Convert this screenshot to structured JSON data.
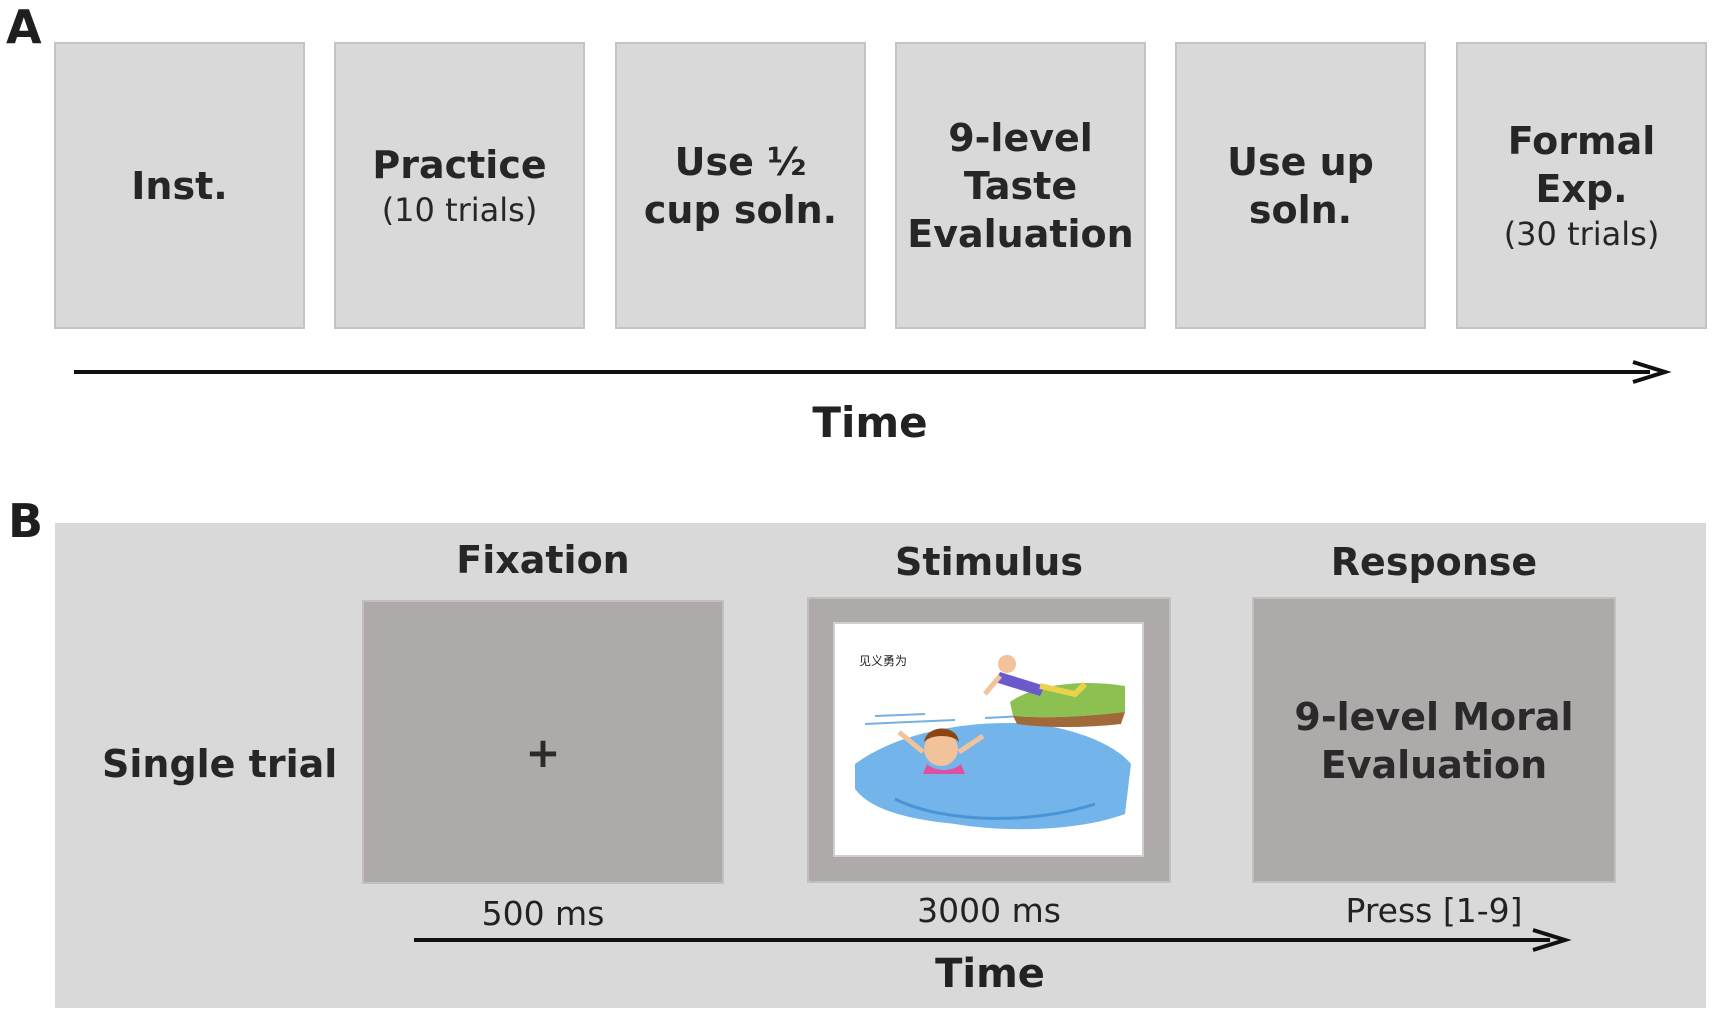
{
  "panel_a": {
    "letter": "A",
    "stages": [
      {
        "main": "Inst.",
        "sub": ""
      },
      {
        "main": "Practice",
        "sub": "(10 trials)"
      },
      {
        "main": "Use ½\ncup soln.",
        "sub": ""
      },
      {
        "main": "9-level\nTaste\nEvaluation",
        "sub": ""
      },
      {
        "main": "Use up\nsoln.",
        "sub": ""
      },
      {
        "main": "Formal\nExp.",
        "sub": "(30 trials)"
      }
    ],
    "axis_label": "Time"
  },
  "panel_b": {
    "letter": "B",
    "row_label": "Single trial",
    "screens": [
      {
        "title": "Fixation",
        "content": "+",
        "duration": "500 ms"
      },
      {
        "title": "Stimulus",
        "picture_caption": "见义勇为",
        "duration": "3000 ms"
      },
      {
        "title": "Response",
        "content": "9-level Moral\nEvaluation",
        "duration": "Press [1-9]"
      }
    ],
    "axis_label": "Time"
  },
  "colors": {
    "stage_fill": "#d9d9d9",
    "screen_fill": "#aeaaa9",
    "water": "#5aa8e6",
    "arrow": "#111111"
  }
}
